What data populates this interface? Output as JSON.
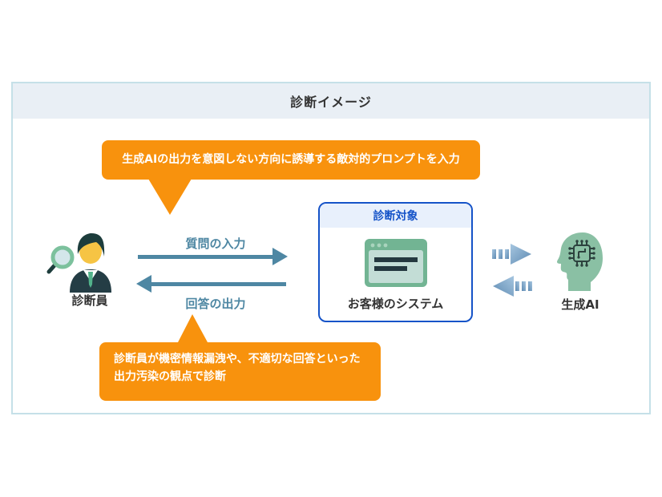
{
  "panel": {
    "title": "診断イメージ"
  },
  "callouts": {
    "top": "生成AIの出力を意図しない方向に誘導する敵対的プロンプトを入力",
    "bottom_line1": "診断員が機密情報漏洩や、不適切な回答といった",
    "bottom_line2": "出力汚染の観点で診断"
  },
  "flows": {
    "question_label": "質問の入力",
    "answer_label": "回答の出力"
  },
  "nodes": {
    "inspector": {
      "label": "診断員",
      "icon": "magnifier-person-icon"
    },
    "target": {
      "frame_label": "診断対象",
      "system_label": "お客様のシステム",
      "icon": "browser-window-icon"
    },
    "ai": {
      "label": "生成AI",
      "icon": "ai-circuit-head-icon"
    }
  },
  "colors": {
    "callout_orange": "#f8920d",
    "flow_arrow_teal": "#4e87a3",
    "target_frame_blue": "#1553c8",
    "target_header_bg": "#e8f0fc",
    "panel_border": "#c5e0e8",
    "panel_header_bg": "#e9eff5",
    "icon_green": "#8ac0a4",
    "double_arrow_blue_light": "#a6c6e0",
    "double_arrow_blue_dark": "#5e8ab2"
  }
}
